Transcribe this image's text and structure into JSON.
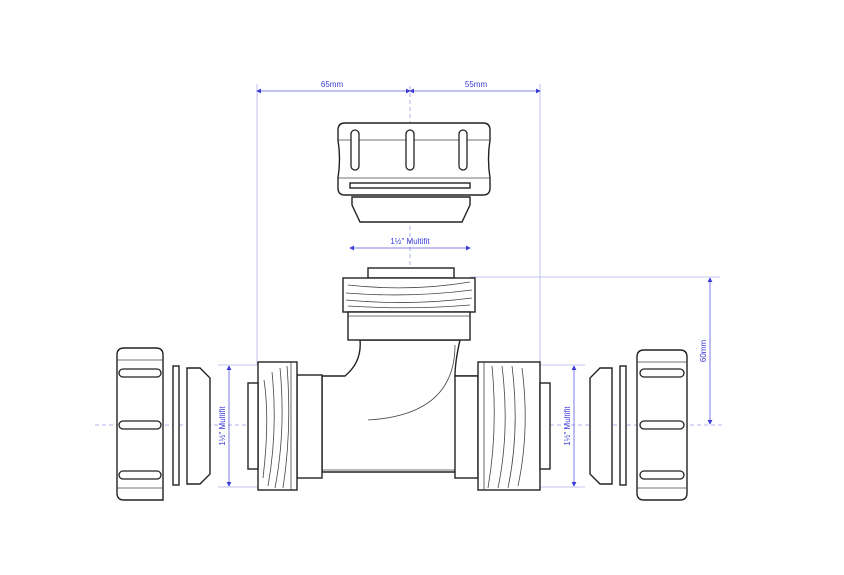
{
  "drawing": {
    "dimensions": {
      "left_width": "65mm",
      "right_width": "55mm",
      "top_port": "1½\" Multifit",
      "left_port": "1½\" Multifit",
      "right_port": "1½\" Multifit",
      "height": "60mm"
    },
    "colors": {
      "dimension": "#3a3ad8",
      "outline": "#222222"
    }
  }
}
